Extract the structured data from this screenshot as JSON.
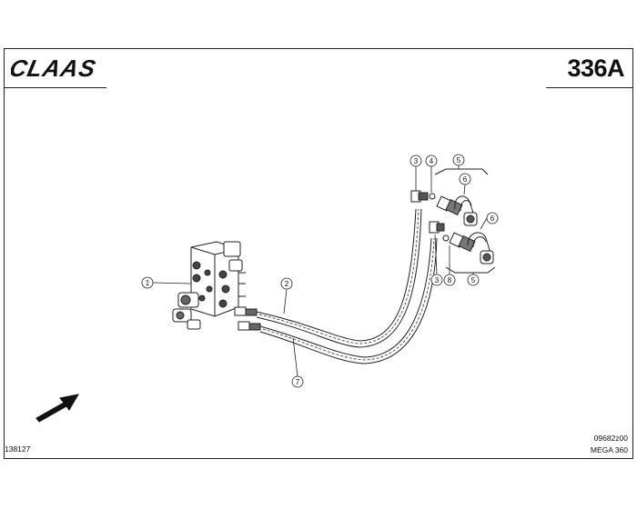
{
  "brand": {
    "logo_text": "CLAAS"
  },
  "header": {
    "page_code": "336A"
  },
  "footer": {
    "left_number": "138127",
    "right_code": "09682z00",
    "right_model": "MEGA 360"
  },
  "callouts": [
    "1",
    "2",
    "7",
    "3",
    "4",
    "5",
    "6",
    "6",
    "3",
    "8",
    "5"
  ],
  "icons": {
    "direction": "direction-arrow-icon"
  },
  "colors": {
    "line": "#222222",
    "background": "#ffffff"
  }
}
